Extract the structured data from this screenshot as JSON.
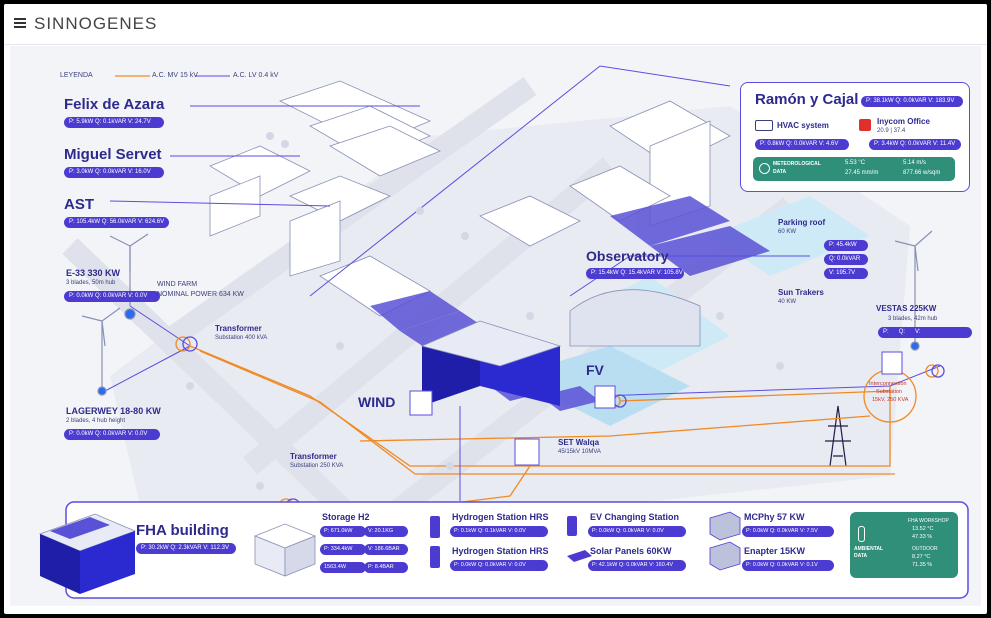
{
  "app": {
    "brand": "SINNOGENES",
    "menu_icon": "hamburger-icon"
  },
  "legend": {
    "title": "LEYENDA",
    "mv": "A.C. MV 15 kV",
    "lv": "A.C. LV 0.4 kV"
  },
  "sites": {
    "felix": {
      "name": "Felix de Azara",
      "pills": [
        "P: 5.9kW",
        "Q: 0.1kVAR",
        "V: 24.7V"
      ]
    },
    "miguel": {
      "name": "Miguel Servet",
      "pills": [
        "P: 3.0kW",
        "Q: 0.0kVAR",
        "V: 16.0V"
      ]
    },
    "ast": {
      "name": "AST",
      "pills": [
        "P: 105.4kW",
        "Q: 56.0kVAR",
        "V: 624.6V"
      ]
    },
    "e33": {
      "name": "E-33 330 KW",
      "desc": "3 blades, 50m hub",
      "pills": [
        "P: 0.0kW",
        "Q: 0.0kVAR",
        "V: 0.0V"
      ]
    },
    "windfarm": {
      "line1": "WIND FARM",
      "line2": "NOMINAL POWER 634 KW"
    },
    "transformer1": {
      "name": "Transformer",
      "desc": "Substation 400 kVA"
    },
    "lagerwey": {
      "name": "LAGERWEY 18-80 KW",
      "desc1": "2 blades, 4 hub height",
      "pills": [
        "P: 0.0kW",
        "Q: 0.0kVAR",
        "V: 0.0V"
      ]
    },
    "wind": {
      "name": "WIND"
    },
    "transformer2": {
      "name": "Transformer",
      "desc": "Substation 250 KVA"
    },
    "ramon": {
      "name": "Ramón y Cajal",
      "pills": [
        "P: 38.1kW",
        "Q: 0.0kVAR",
        "V: 183.9V"
      ],
      "hvac": "HVAC system",
      "hvac_pills": [
        "P: 0.8kW",
        "Q: 0.0kVAR",
        "V: 4.6V"
      ],
      "inycom": "Inycom Office",
      "inycom_sub": "20.9 | 37.4",
      "inycom_pills": [
        "P: 3.4kW",
        "Q: 0.0kVAR",
        "V: 11.4V"
      ],
      "met_label1": "METEOROLOGICAL",
      "met_label2": "DATA",
      "met_vals": [
        "5.53 °C",
        "5.14 m/s",
        "27.45 mm/m",
        "877.66 w/sqm"
      ]
    },
    "parking": {
      "name": "Parking roof",
      "desc": "60 KW",
      "pills": [
        "P: 45.4kW",
        "Q: 0.0kVAR",
        "V: 195.7V"
      ]
    },
    "suntrakers": {
      "name": "Sun Trakers",
      "desc": "40 KW"
    },
    "observatory": {
      "name": "Observatory",
      "pills": [
        "P: 15.4kW",
        "Q: 15.4kVAR",
        "V: 105.8V"
      ]
    },
    "fv": {
      "name": "FV"
    },
    "vestas": {
      "name": "VESTAS 225KW",
      "desc": "3 blades, 42m hub",
      "pills": [
        "P:",
        "Q:",
        "V:"
      ]
    },
    "interconnection": {
      "line1": "Interconnection",
      "line2": "Substation",
      "line3": "15kV, 250 KVA"
    },
    "set": {
      "name": "SET Walqa",
      "desc": "45/15kV 10MVA"
    }
  },
  "bottom": {
    "fha": {
      "name": "FHA building",
      "pills": [
        "P: 30.2kW",
        "Q: 2.3kVAR",
        "V: 112.3V"
      ]
    },
    "storage": {
      "name": "Storage H2",
      "pills": [
        "P: 671.0kW",
        "V: 20.1KG",
        "P: 334.4kW",
        "V: 186.6BAR",
        "1563.4W",
        "P: 8.4BAR"
      ]
    },
    "h2_1": {
      "name": "Hydrogen Station HRS",
      "pills": [
        "P: 0.1kW",
        "Q: 0.1kVAR",
        "V: 0.0V"
      ]
    },
    "h2_2": {
      "name": "Hydrogen Station HRS",
      "pills": [
        "P: 0.0kW",
        "Q: 0.0kVAR",
        "V: 0.0V"
      ]
    },
    "ev": {
      "name": "EV Changing Station",
      "pills": [
        "P: 0.0kW",
        "Q: 0.0kVAR",
        "V: 0.0V"
      ]
    },
    "panels": {
      "name": "Solar Panels 60KW",
      "pills": [
        "P: 42.1kW",
        "Q: 0.0kVAR",
        "V: 160.4V"
      ]
    },
    "mcphy": {
      "name": "MCPhy 57 KW",
      "pills": [
        "P: 0.0kW",
        "Q: 0.0kVAR",
        "V: 7.5V"
      ]
    },
    "enapter": {
      "name": "Enapter 15KW",
      "pills": [
        "P: 0.0kW",
        "Q: 0.0kVAR",
        "V: 0.1V"
      ]
    },
    "env": {
      "label1": "AMBIENTAL",
      "label2": "DATA",
      "fha_ws": "FHA WORKSHOP",
      "ws_vals": [
        "13.52 °C",
        "47.33 %"
      ],
      "outdoor": "OUTDOOR",
      "out_vals": [
        "8.27 °C",
        "71.35 %"
      ]
    }
  },
  "colors": {
    "primary": "#4c3bd1",
    "navy": "#2d2a8c",
    "orange": "#f08a24",
    "green": "#2f8f78",
    "wind_building": "#1e1ea8"
  }
}
